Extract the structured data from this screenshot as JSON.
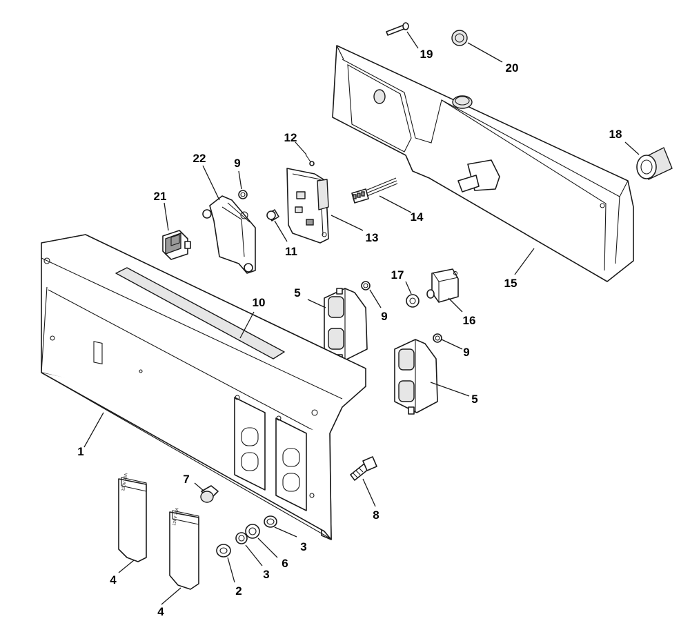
{
  "diagram": {
    "callouts": [
      {
        "id": "c1",
        "label": "1"
      },
      {
        "id": "c2",
        "label": "2"
      },
      {
        "id": "c3a",
        "label": "3"
      },
      {
        "id": "c3b",
        "label": "3"
      },
      {
        "id": "c4a",
        "label": "4"
      },
      {
        "id": "c4b",
        "label": "4"
      },
      {
        "id": "c5a",
        "label": "5"
      },
      {
        "id": "c5b",
        "label": "5"
      },
      {
        "id": "c6",
        "label": "6"
      },
      {
        "id": "c7",
        "label": "7"
      },
      {
        "id": "c8",
        "label": "8"
      },
      {
        "id": "c9a",
        "label": "9"
      },
      {
        "id": "c9b",
        "label": "9"
      },
      {
        "id": "c9c",
        "label": "9"
      },
      {
        "id": "c10",
        "label": "10"
      },
      {
        "id": "c11",
        "label": "11"
      },
      {
        "id": "c12",
        "label": "12"
      },
      {
        "id": "c13",
        "label": "13"
      },
      {
        "id": "c14",
        "label": "14"
      },
      {
        "id": "c15",
        "label": "15"
      },
      {
        "id": "c16",
        "label": "16"
      },
      {
        "id": "c17",
        "label": "17"
      },
      {
        "id": "c18",
        "label": "18"
      },
      {
        "id": "c19",
        "label": "19"
      },
      {
        "id": "c20",
        "label": "20"
      },
      {
        "id": "c21",
        "label": "21"
      },
      {
        "id": "c22",
        "label": "22"
      }
    ],
    "outlet_cover_text": "120V 20A"
  }
}
